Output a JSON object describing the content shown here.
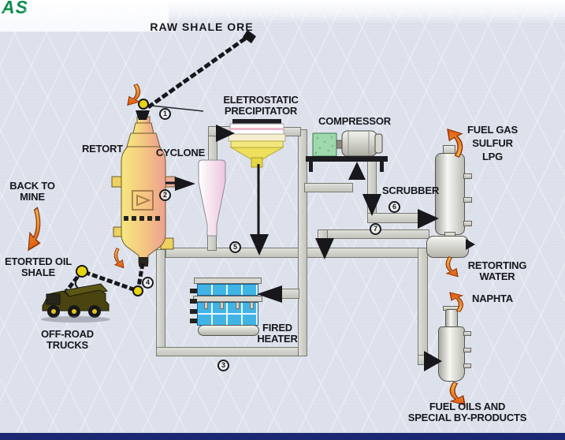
{
  "slide": {
    "logo_text": "AS",
    "title_hint": "Oil shale retorting process flow diagram"
  },
  "labels": {
    "raw_shale_ore": "RAW SHALE ORE",
    "retort": "RETORT",
    "cyclone": "CYCLONE",
    "electrostatic_precipitator": "ELETROSTATIC\nPRECIPITATOR",
    "compressor": "COMPRESSOR",
    "scrubber": "SCRUBBER",
    "fuel_gas_outputs": "FUEL GAS\nSULFUR\nLPG",
    "back_to_mine": "BACK TO\nMINE",
    "retorted_oil_shale": "ETORTED OIL\nSHALE",
    "off_road_trucks": "OFF-ROAD\nTRUCKS",
    "fired_heater": "FIRED\nHEATER",
    "retorting_water": "RETORTING\nWATER",
    "naphta": "NAPHTA",
    "fuel_oils": "FUEL OILS AND\nSPECIAL BY-PRODUCTS"
  },
  "streams": [
    "1",
    "2",
    "3",
    "4",
    "5",
    "6",
    "7"
  ],
  "colors": {
    "background": "#dce0eb",
    "pipe_gray": "#c9c9c1",
    "flow_arrow_orange": "#e8641e",
    "heater_blue": "#41b4e6",
    "compressor_green": "#9fd8ac",
    "logo_green": "#0a8a4c",
    "bottom_bar_navy": "#1b2a70",
    "retort_yellow": "#f6e87f",
    "retort_pink": "#eda08f",
    "cyclone_pink": "#ecc5dc",
    "precipitator_yellow": "#ece05c"
  }
}
